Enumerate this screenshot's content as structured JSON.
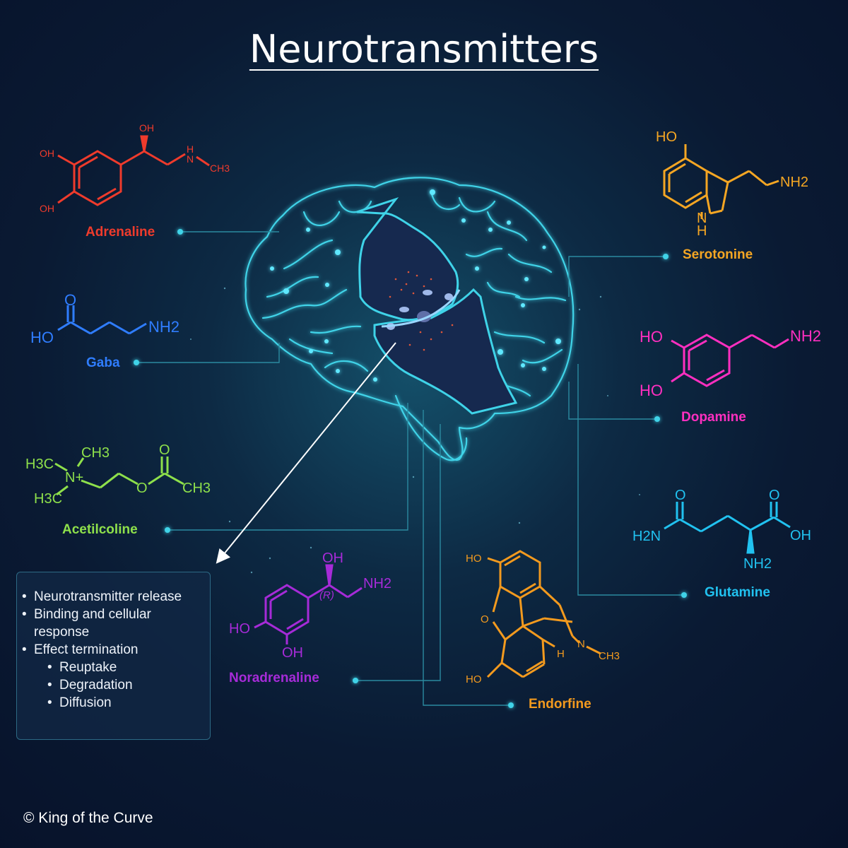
{
  "title": "Neurotransmitters",
  "neurotransmitters": [
    {
      "key": "adrenaline",
      "name": "Adrenaline",
      "color": "#ef3b2c"
    },
    {
      "key": "gaba",
      "name": "Gaba",
      "color": "#2f7dff"
    },
    {
      "key": "acetilcoline",
      "name": "Acetilcoline",
      "color": "#8ee04b"
    },
    {
      "key": "noradrenaline",
      "name": "Noradrenaline",
      "color": "#a62bd8"
    },
    {
      "key": "endorfine",
      "name": "Endorfine",
      "color": "#f39a1e"
    },
    {
      "key": "glutamine",
      "name": "Glutamine",
      "color": "#21c2f0"
    },
    {
      "key": "dopamine",
      "name": "Dopamine",
      "color": "#ff2fc0"
    },
    {
      "key": "serotonine",
      "name": "Serotonine",
      "color": "#f5a623"
    }
  ],
  "atoms": {
    "adrenaline": {
      "oh_top": "OH",
      "oh1": "OH",
      "oh2": "OH",
      "n": "N",
      "h": "H",
      "ch3": "CH3"
    },
    "gaba": {
      "o": "O",
      "ho": "HO",
      "nh2": "NH2"
    },
    "acetilcoline": {
      "h3c_1": "H3C",
      "ch3_1": "CH3",
      "n": "N+",
      "h3c_2": "H3C",
      "o_link": "O",
      "o_dbl": "O",
      "ch3_2": "CH3"
    },
    "noradrenaline": {
      "oh_top": "OH",
      "r": "(R)",
      "nh2": "NH2",
      "ho": "HO",
      "oh": "OH"
    },
    "endorfine": {
      "ho_top": "HO",
      "o": "O",
      "ho_bot": "HO",
      "n": "N",
      "h": "H",
      "ch3": "CH3"
    },
    "glutamine": {
      "o1": "O",
      "o2": "O",
      "h2n": "H2N",
      "oh": "OH",
      "nh2": "NH2"
    },
    "dopamine": {
      "ho1": "HO",
      "ho2": "HO",
      "nh2": "NH2"
    },
    "serotonine": {
      "ho": "HO",
      "nh2": "NH2",
      "n": "N",
      "h": "H"
    }
  },
  "info": {
    "items": [
      "Neurotransmitter release",
      "Binding and cellular response",
      "Effect termination"
    ],
    "subitems": [
      "Reuptake",
      "Degradation",
      "Diffusion"
    ]
  },
  "copyright": "© King of the Curve",
  "colors": {
    "background": "#0a1a33",
    "brain": "#3fd3e8",
    "connector": "#2b8aa0",
    "title": "#ffffff"
  }
}
